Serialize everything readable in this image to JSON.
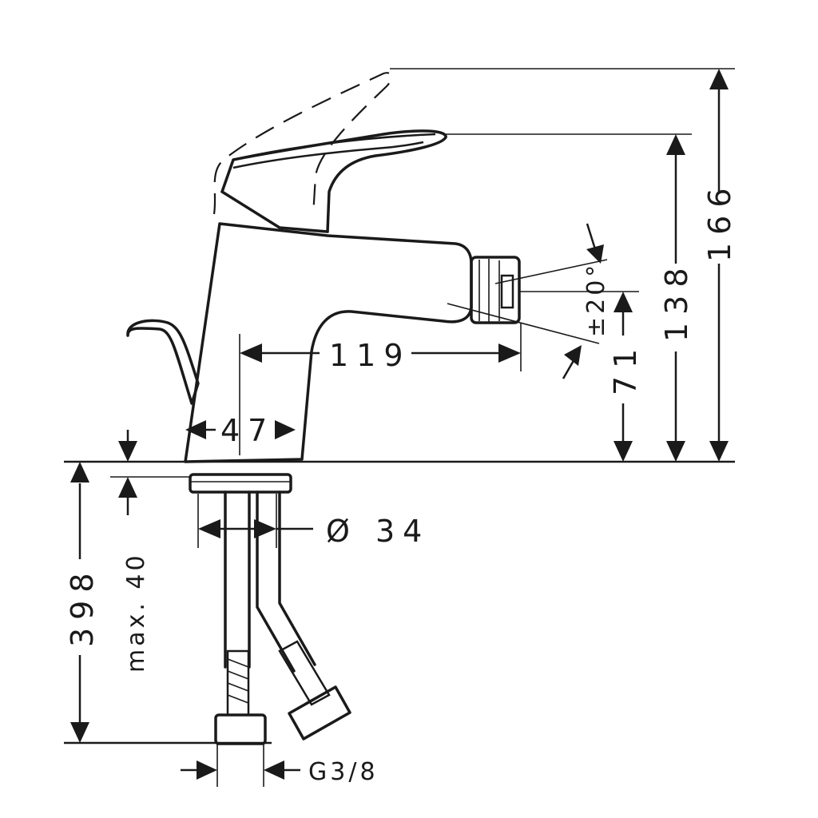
{
  "dimensions": {
    "overall_height": "166",
    "spout_height": "138",
    "outlet_height": "71",
    "spout_reach": "119",
    "base_width": "47",
    "swivel_angle": "±20°",
    "hole_diameter": "Ø 34",
    "hose_length": "398",
    "max_deck_thickness": "max. 40",
    "connection_thread": "G3/8"
  },
  "colors": {
    "ink": "#1a1a1a",
    "background": "#ffffff"
  }
}
